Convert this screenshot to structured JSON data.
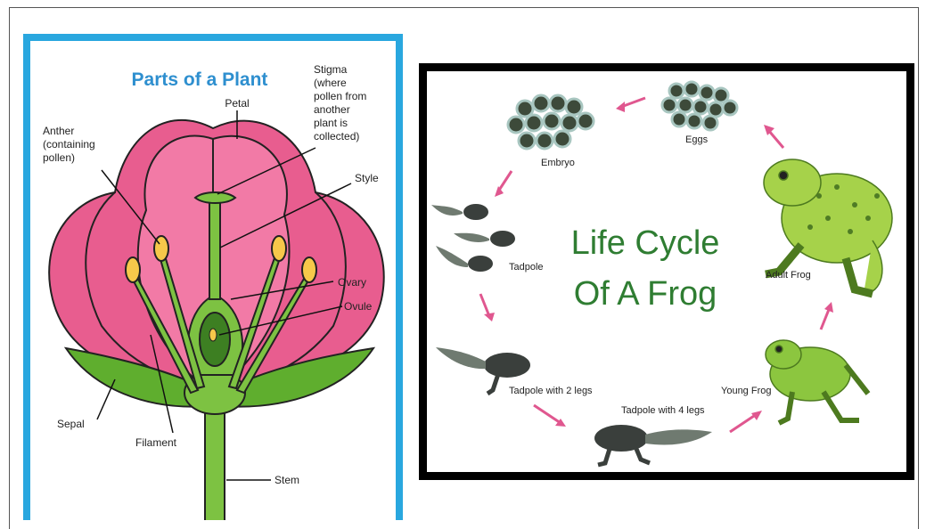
{
  "plant": {
    "title": "Parts of a Plant",
    "labels": {
      "petal": "Petal",
      "stigma": [
        "Stigma",
        "(where",
        "pollen from",
        "another",
        "plant is",
        "collected)"
      ],
      "anther": [
        "Anther",
        "(containing",
        "pollen)"
      ],
      "style": "Style",
      "ovary": "Ovary",
      "ovule": "Ovule",
      "sepal": "Sepal",
      "filament": "Filament",
      "stem": "Stem"
    }
  },
  "frog": {
    "title_line1": "Life Cycle",
    "title_line2": "Of A Frog",
    "stages": {
      "eggs": "Eggs",
      "embryo": "Embryo",
      "tadpole": "Tadpole",
      "tadpole2": "Tadpole with 2 legs",
      "tadpole4": "Tadpole with 4 legs",
      "young": "Young Frog",
      "adult": "Adult Frog"
    }
  },
  "colors": {
    "plant_border": "#29a7df",
    "petal": "#ef6b9a",
    "stem": "#7dc242",
    "title_blue": "#2e8fcf",
    "frog_title": "#2f7d32",
    "arrow": "#e0578f"
  }
}
